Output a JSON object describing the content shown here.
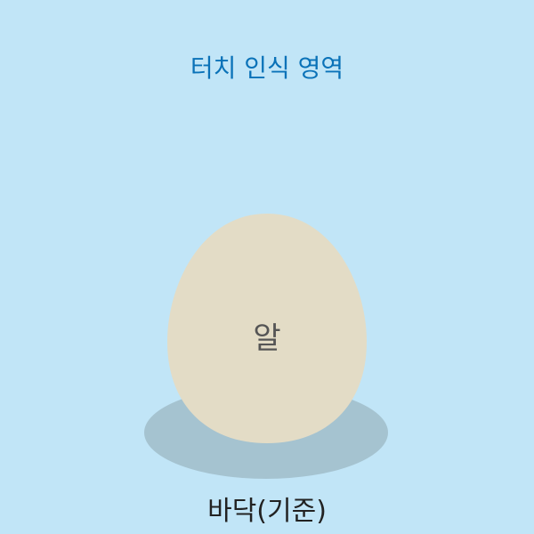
{
  "touch_area": {
    "label": "터치 인식 영역"
  },
  "egg": {
    "label": "알"
  },
  "floor": {
    "label": "바닥(기준)"
  },
  "colors": {
    "background": "#c1e5f7",
    "title_text": "#0a72b8",
    "shadow": "#a5c3d0",
    "egg": "#e3dcc6",
    "egg_text": "#555555",
    "floor_text": "#222222"
  }
}
